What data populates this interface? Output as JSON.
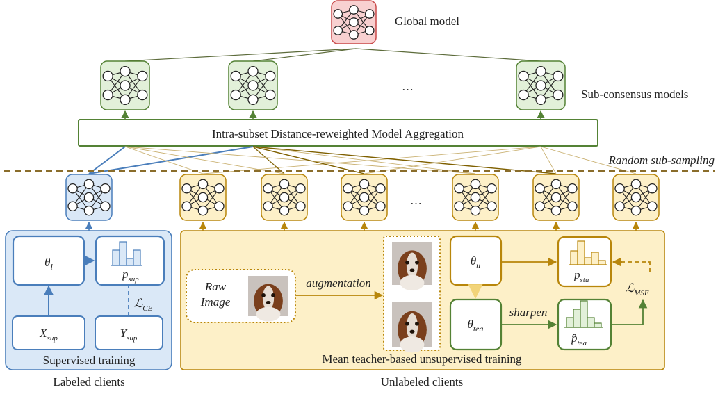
{
  "labels": {
    "global_model": "Global model",
    "sub_consensus": "Sub-consensus models",
    "aggregation": "Intra-subset Distance-reweighted Model Aggregation",
    "random_subsampling": "Random sub-sampling",
    "ellipsis": "…",
    "supervised_training": "Supervised training",
    "unsupervised_training": "Mean teacher-based unsupervised training",
    "labeled_clients": "Labeled clients",
    "unlabeled_clients": "Unlabeled clients",
    "raw_image_line1": "Raw",
    "raw_image_line2": "Image",
    "augmentation": "augmentation",
    "sharpen": "sharpen"
  },
  "math": {
    "theta_l": {
      "base": "θ",
      "sub": "l"
    },
    "p_sup": {
      "base": "p",
      "sub": "sup"
    },
    "loss_ce": {
      "base": "ℒ",
      "sub": "CE"
    },
    "x_sup": {
      "base": "X",
      "sub": "sup"
    },
    "y_sup": {
      "base": "Y",
      "sub": "sup"
    },
    "theta_u": {
      "base": "θ",
      "sub": "u"
    },
    "theta_tea": {
      "base": "θ",
      "sub": "tea"
    },
    "p_stu": {
      "base": "p",
      "sub": "stu"
    },
    "p_tea": {
      "base": "p̂",
      "sub": "tea"
    },
    "loss_mse": {
      "base": "ℒ",
      "sub": "MSE"
    }
  },
  "colors": {
    "global_fill": "#f8d0d0",
    "global_stroke": "#c94a4a",
    "green_fill": "#e2f0d9",
    "green_stroke": "#548235",
    "blue_fill": "#dae8f7",
    "blue_stroke": "#4a7ebb",
    "yellow_fill": "#fdf0c8",
    "yellow_stroke": "#b8860b",
    "olive": "#7f6000"
  }
}
